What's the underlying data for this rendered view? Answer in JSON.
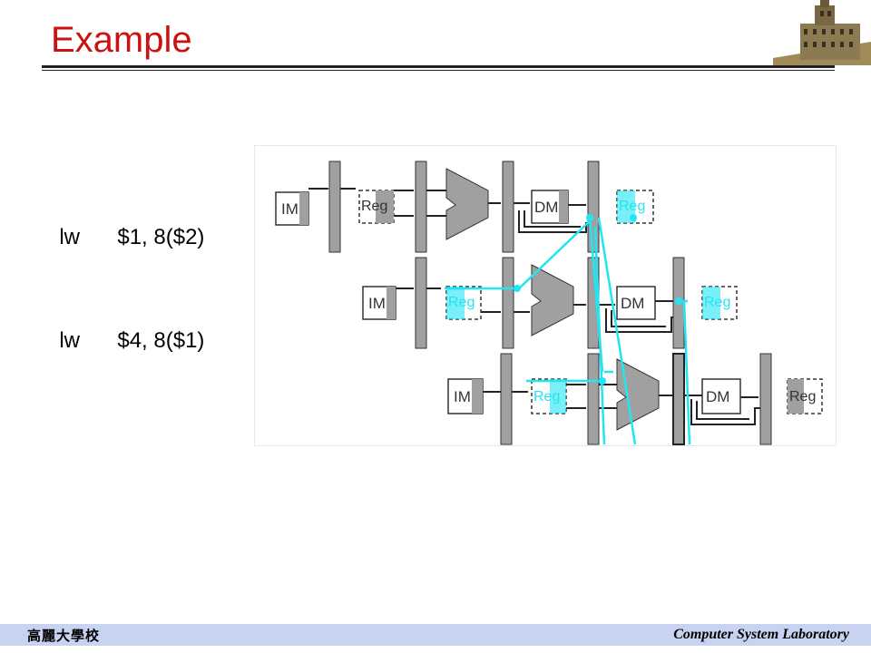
{
  "slide": {
    "title": "Example"
  },
  "instructions": [
    {
      "op": "lw",
      "operands": "$1, 8($2)"
    },
    {
      "op": "lw",
      "operands": "$4, 8($1)"
    }
  ],
  "diagram": {
    "im_label": "IM",
    "reg_label": "Reg",
    "dm_label": "DM",
    "colors": {
      "forward": "#22e5f2",
      "unit": "#a0a0a0",
      "line": "#222222"
    }
  },
  "footer": {
    "left_text": "高麗大學校",
    "right_text": "Computer System Laboratory"
  }
}
